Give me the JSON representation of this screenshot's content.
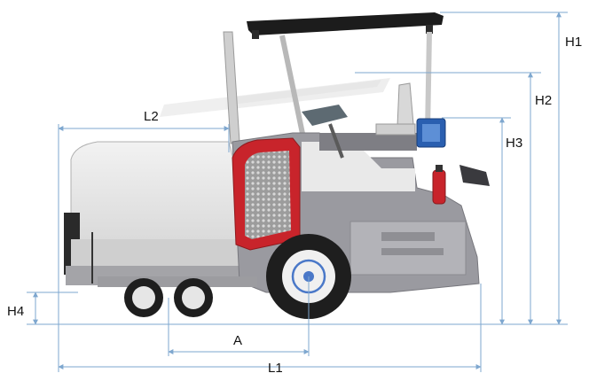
{
  "dimensions": {
    "h1": "H1",
    "h2": "H2",
    "h3": "H3",
    "h4": "H4",
    "l1": "L1",
    "l2": "L2",
    "a": "A"
  },
  "colors": {
    "dimension_line": "#7ea7cf",
    "cabin_frame": "#c8242b",
    "body_grey": "#9a9aa0",
    "hopper": "#e6e6e6",
    "canopy": "#1a1a1a",
    "control_box": "#2a5fb0",
    "wheel_hub": "#4a78c8"
  }
}
